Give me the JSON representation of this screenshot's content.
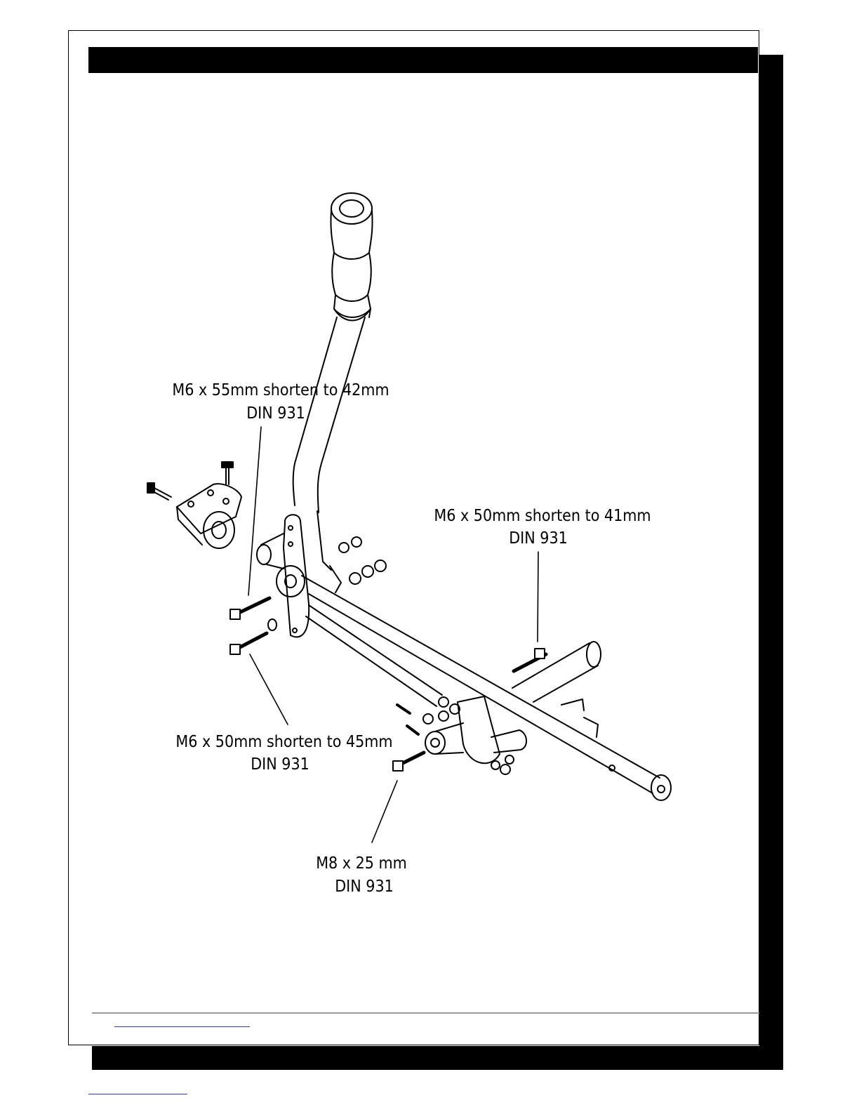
{
  "callouts": {
    "bolt_a": {
      "spec": "M6 x 55mm shorten to 42mm",
      "standard": "DIN 931"
    },
    "bolt_b": {
      "spec": "M6 x 50mm shorten to 41mm",
      "standard": "DIN 931"
    },
    "bolt_c": {
      "spec": "M6 x 50mm shorten to 45mm",
      "standard": "DIN 931"
    },
    "bolt_d": {
      "spec": "M8 x 25 mm",
      "standard": "DIN 931"
    }
  },
  "colors": {
    "ink": "#000000",
    "paper": "#ffffff",
    "rule": "#9a9a9a",
    "link": "#2a3fb0"
  }
}
